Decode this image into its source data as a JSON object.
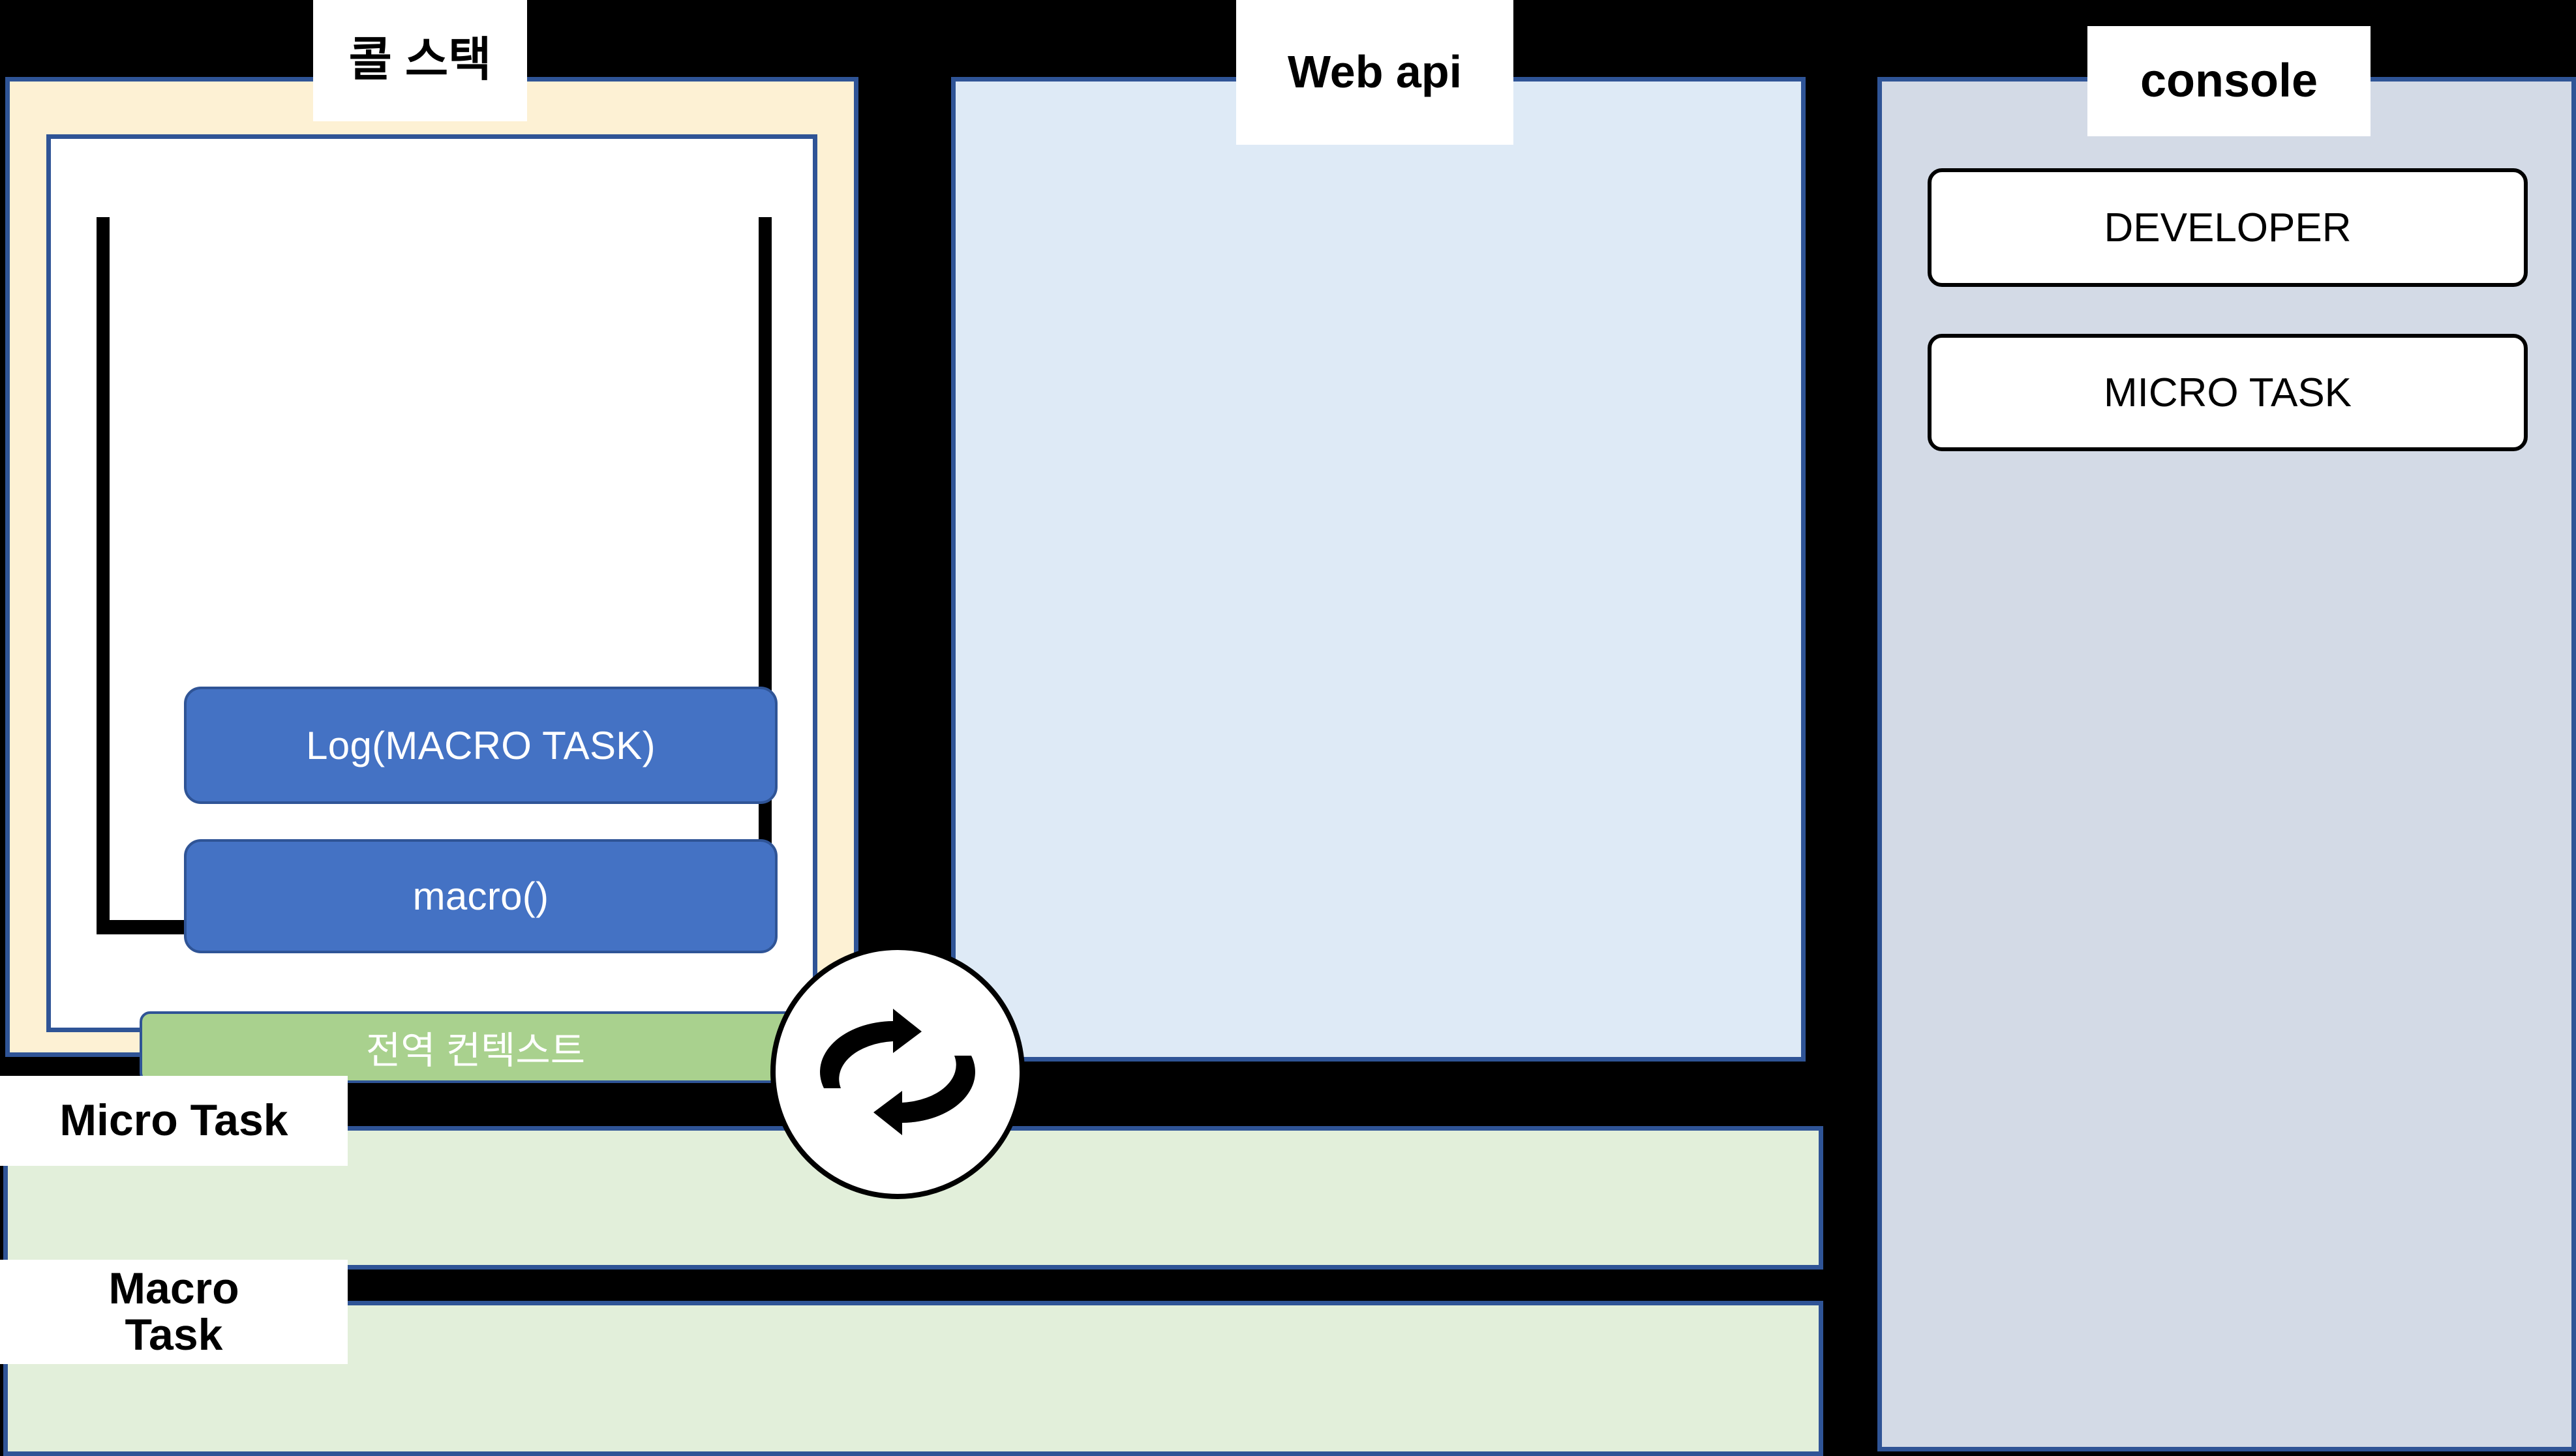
{
  "diagram": {
    "title_labels": {
      "call_stack": "콜 스택",
      "web_api": "Web api",
      "console": "console",
      "micro_task": "Micro Task",
      "macro_task_line1": "Macro",
      "macro_task_line2": "Task"
    },
    "call_stack": {
      "frames": [
        {
          "label": "Log(MACRO TASK)"
        },
        {
          "label": "macro()"
        }
      ],
      "global_context": "전역 컨텍스트"
    },
    "web_api": {
      "items": []
    },
    "console": {
      "entries": [
        {
          "label": "DEVELOPER"
        },
        {
          "label": "MICRO TASK"
        }
      ]
    },
    "micro_task_queue": {
      "items": []
    },
    "macro_task_queue": {
      "items": []
    },
    "event_loop": {
      "icon": "refresh-cycle-icon"
    },
    "colors": {
      "background": "#000000",
      "panel_border": "#2f5496",
      "call_stack_fill": "#fdf1d4",
      "web_api_fill": "#deeaf6",
      "console_fill": "#d3dae6",
      "queue_fill": "#e2efda",
      "frame_fill": "#4472c4",
      "global_context_fill": "#a9d18e"
    }
  }
}
